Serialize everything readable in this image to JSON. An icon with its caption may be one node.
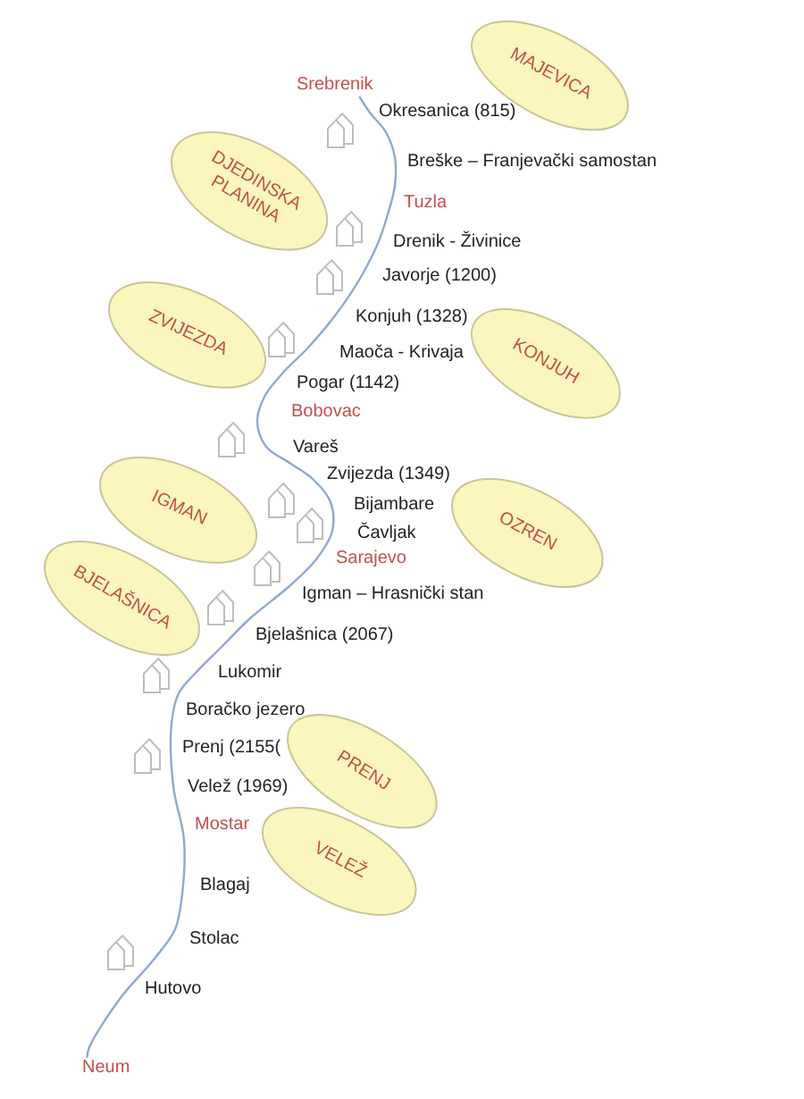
{
  "diagram": {
    "nodes": [
      {
        "text": [
          "Srebrenik"
        ]
      },
      {
        "text": [
          "MAJEVICA"
        ]
      },
      {
        "text": [
          "DJEDINSKA PLANINA"
        ]
      },
      {
        "text": [
          "ZVIJEZDA"
        ]
      },
      {
        "text": [
          "KONJUH"
        ]
      },
      {
        "text": [
          "IGMAN"
        ]
      },
      {
        "text": [
          "OZREN"
        ]
      },
      {
        "text": [
          "BJELAŠNICA"
        ]
      },
      {
        "text": [
          "PRENJ"
        ]
      },
      {
        "text": [
          "VELEŽ"
        ]
      },
      {
        "text": [
          "Neum"
        ]
      }
    ],
    "edges": [
      {
        "from": 0,
        "to": 10,
        "arrow": "none"
      }
    ],
    "labels": [
      "Okresanica (815)",
      "Breške – Franjevački samostan",
      "Tuzla",
      "Drenik - Živinice",
      "Javorje (1200)",
      "Konjuh (1328)",
      "Maoča - Krivaja",
      "Pogar (1142)",
      "Bobovac",
      "Vareš",
      "Zvijezda (1349)",
      "Bijambare",
      "Čavljak",
      "Sarajevo",
      "Igman – Hrasnički stan",
      "Bjelašnica (2067)",
      "Lukomir",
      "Boračko jezero",
      "Prenj (2155(",
      "Velež (1969)",
      "Mostar",
      "Blagaj",
      "Stolac",
      "Hutovo"
    ]
  }
}
